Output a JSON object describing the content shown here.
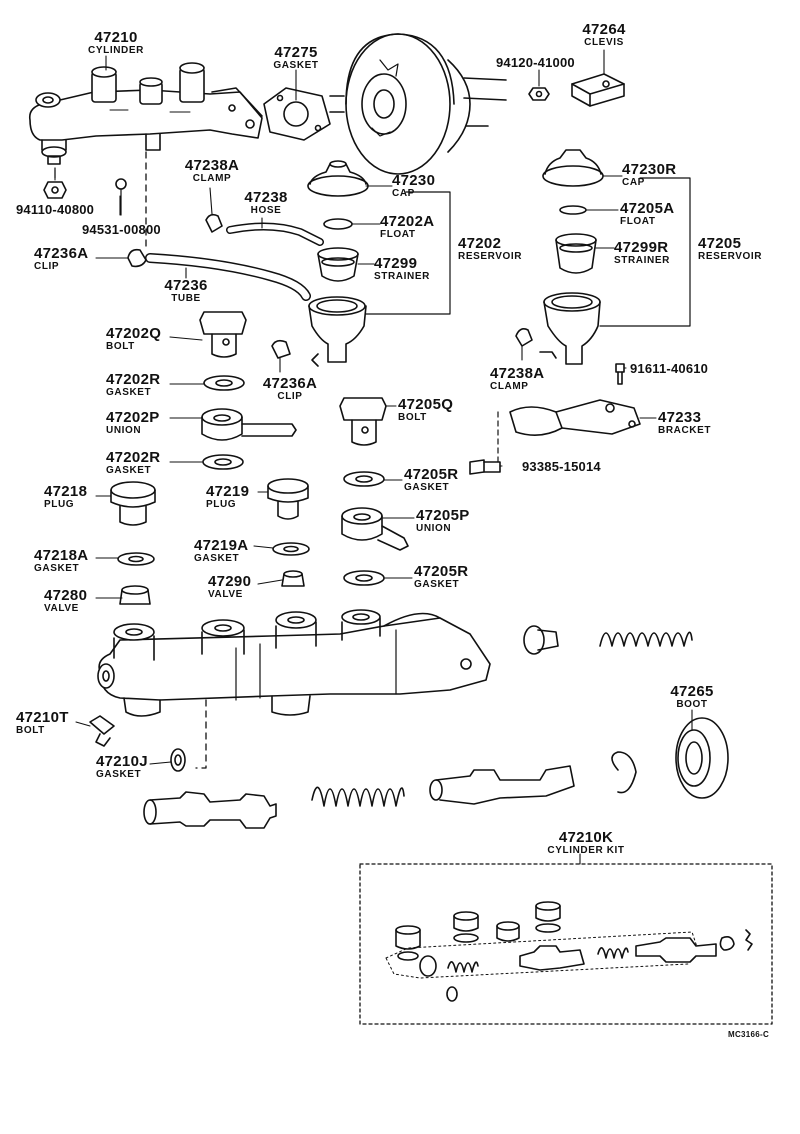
{
  "labels": {
    "l_47210": {
      "num": "47210",
      "desc": "CYLINDER"
    },
    "l_47275": {
      "num": "47275",
      "desc": "GASKET"
    },
    "l_47264": {
      "num": "47264",
      "desc": "CLEVIS"
    },
    "l_94120": {
      "num": "94120-41000"
    },
    "l_47238A_top": {
      "num": "47238A",
      "desc": "CLAMP"
    },
    "l_47238": {
      "num": "47238",
      "desc": "HOSE"
    },
    "l_94110": {
      "num": "94110-40800"
    },
    "l_94531": {
      "num": "94531-00800"
    },
    "l_47236A_top": {
      "num": "47236A",
      "desc": "CLIP"
    },
    "l_47236": {
      "num": "47236",
      "desc": "TUBE"
    },
    "l_47230": {
      "num": "47230",
      "desc": "CAP"
    },
    "l_47202A": {
      "num": "47202A",
      "desc": "FLOAT"
    },
    "l_47299": {
      "num": "47299",
      "desc": "STRAINER"
    },
    "l_47202": {
      "num": "47202",
      "desc": "RESERVOIR"
    },
    "l_47230R": {
      "num": "47230R",
      "desc": "CAP"
    },
    "l_47205A": {
      "num": "47205A",
      "desc": "FLOAT"
    },
    "l_47299R": {
      "num": "47299R",
      "desc": "STRAINER"
    },
    "l_47205": {
      "num": "47205",
      "desc": "RESERVOIR"
    },
    "l_47202Q": {
      "num": "47202Q",
      "desc": "BOLT"
    },
    "l_47202R_a": {
      "num": "47202R",
      "desc": "GASKET"
    },
    "l_47236A_mid": {
      "num": "47236A",
      "desc": "CLIP"
    },
    "l_47202P": {
      "num": "47202P",
      "desc": "UNION"
    },
    "l_47202R_b": {
      "num": "47202R",
      "desc": "GASKET"
    },
    "l_47238A_mid": {
      "num": "47238A",
      "desc": "CLAMP"
    },
    "l_91611": {
      "num": "91611-40610"
    },
    "l_47205Q": {
      "num": "47205Q",
      "desc": "BOLT"
    },
    "l_47233": {
      "num": "47233",
      "desc": "BRACKET"
    },
    "l_93385": {
      "num": "93385-15014"
    },
    "l_47218": {
      "num": "47218",
      "desc": "PLUG"
    },
    "l_47219": {
      "num": "47219",
      "desc": "PLUG"
    },
    "l_47205R_a": {
      "num": "47205R",
      "desc": "GASKET"
    },
    "l_47205P": {
      "num": "47205P",
      "desc": "UNION"
    },
    "l_47218A": {
      "num": "47218A",
      "desc": "GASKET"
    },
    "l_47219A": {
      "num": "47219A",
      "desc": "GASKET"
    },
    "l_47205R_b": {
      "num": "47205R",
      "desc": "GASKET"
    },
    "l_47280": {
      "num": "47280",
      "desc": "VALVE"
    },
    "l_47290": {
      "num": "47290",
      "desc": "VALVE"
    },
    "l_47265": {
      "num": "47265",
      "desc": "BOOT"
    },
    "l_47210T": {
      "num": "47210T",
      "desc": "BOLT"
    },
    "l_47210J": {
      "num": "47210J",
      "desc": "GASKET"
    },
    "l_47210K": {
      "num": "47210K",
      "desc": "CYLINDER KIT"
    }
  },
  "diagram_code": "MC3166-C"
}
